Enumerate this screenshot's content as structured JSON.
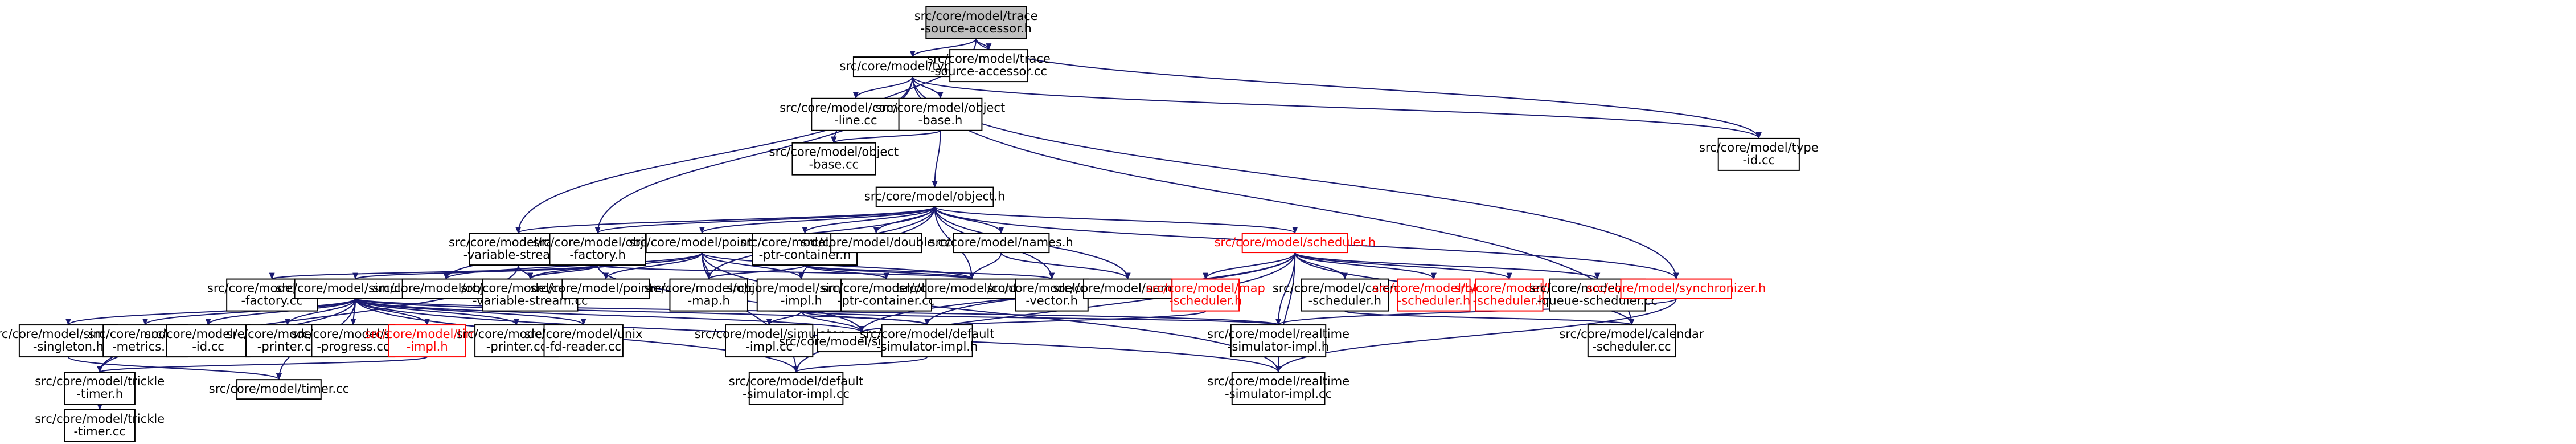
{
  "graph": {
    "edge_color": "#191970",
    "root_fill": "#bfbfbf",
    "nodes": [
      {
        "id": "trace-accessor-h",
        "lines": [
          "src/core/model/trace",
          "-source-accessor.h"
        ],
        "style": "root"
      },
      {
        "id": "type-id-h",
        "lines": [
          "src/core/model/type-id.h"
        ]
      },
      {
        "id": "trace-accessor-cc",
        "lines": [
          "src/core/model/trace",
          "-source-accessor.cc"
        ]
      },
      {
        "id": "command-line-cc",
        "lines": [
          "src/core/model/command",
          "-line.cc"
        ]
      },
      {
        "id": "object-base-h",
        "lines": [
          "src/core/model/object",
          "-base.h"
        ]
      },
      {
        "id": "type-id-cc",
        "lines": [
          "src/core/model/type",
          "-id.cc"
        ]
      },
      {
        "id": "object-base-cc",
        "lines": [
          "src/core/model/object",
          "-base.cc"
        ]
      },
      {
        "id": "object-h",
        "lines": [
          "src/core/model/object.h"
        ]
      },
      {
        "id": "random-variable-stream-h",
        "lines": [
          "src/core/model/random",
          "-variable-stream.h"
        ]
      },
      {
        "id": "object-factory-h",
        "lines": [
          "src/core/model/object",
          "-factory.h"
        ]
      },
      {
        "id": "pointer-h",
        "lines": [
          "src/core/model/pointer.h"
        ]
      },
      {
        "id": "object-ptr-container-h",
        "lines": [
          "src/core/model/object",
          "-ptr-container.h"
        ]
      },
      {
        "id": "double-cc",
        "lines": [
          "src/core/model/double.cc"
        ]
      },
      {
        "id": "names-h",
        "lines": [
          "src/core/model/names.h"
        ]
      },
      {
        "id": "scheduler-h",
        "lines": [
          "src/core/model/scheduler.h"
        ],
        "style": "red"
      },
      {
        "id": "object-factory-cc",
        "lines": [
          "src/core/model/object",
          "-factory.cc"
        ]
      },
      {
        "id": "simulator-h",
        "lines": [
          "src/core/model/simulator.h"
        ]
      },
      {
        "id": "object-cc",
        "lines": [
          "src/core/model/object.cc"
        ]
      },
      {
        "id": "random-variable-stream-cc",
        "lines": [
          "src/core/model/random",
          "-variable-stream.cc"
        ]
      },
      {
        "id": "pointer-cc",
        "lines": [
          "src/core/model/pointer.cc"
        ]
      },
      {
        "id": "object-map-h",
        "lines": [
          "src/core/model/object",
          "-map.h"
        ]
      },
      {
        "id": "simulator-impl-h",
        "lines": [
          "src/core/model/simulator",
          "-impl.h"
        ]
      },
      {
        "id": "object-ptr-container-cc",
        "lines": [
          "src/core/model/object",
          "-ptr-container.cc"
        ]
      },
      {
        "id": "config-cc",
        "lines": [
          "src/core/model/config.cc"
        ]
      },
      {
        "id": "object-vector-h",
        "lines": [
          "src/core/model/object",
          "-vector.h"
        ]
      },
      {
        "id": "names-cc",
        "lines": [
          "src/core/model/names.cc"
        ]
      },
      {
        "id": "map-scheduler-h",
        "lines": [
          "src/core/model/map",
          "-scheduler.h"
        ],
        "style": "red"
      },
      {
        "id": "calendar-scheduler-h",
        "lines": [
          "src/core/model/calendar",
          "-scheduler.h"
        ]
      },
      {
        "id": "heap-scheduler-h",
        "lines": [
          "src/core/model/heap",
          "-scheduler.h"
        ],
        "style": "red"
      },
      {
        "id": "list-scheduler-h",
        "lines": [
          "src/core/model/list",
          "-scheduler.h"
        ],
        "style": "red"
      },
      {
        "id": "priority-queue-scheduler-cc",
        "lines": [
          "src/core/model/priority",
          "-queue-scheduler.cc"
        ]
      },
      {
        "id": "synchronizer-h",
        "lines": [
          "src/core/model/synchronizer.h"
        ],
        "style": "red"
      },
      {
        "id": "simulation-singleton-h",
        "lines": [
          "src/core/model/simulation",
          "-singleton.h"
        ]
      },
      {
        "id": "des-metrics-cc",
        "lines": [
          "src/core/model/des",
          "-metrics.cc"
        ]
      },
      {
        "id": "event-id-cc",
        "lines": [
          "src/core/model/event",
          "-id.cc"
        ]
      },
      {
        "id": "node-printer-cc",
        "lines": [
          "src/core/model/node",
          "-printer.cc"
        ]
      },
      {
        "id": "show-progress-cc",
        "lines": [
          "src/core/model/show",
          "-progress.cc"
        ]
      },
      {
        "id": "timer-impl-h",
        "lines": [
          "src/core/model/timer",
          "-impl.h"
        ],
        "style": "red"
      },
      {
        "id": "time-printer-cc",
        "lines": [
          "src/core/model/time",
          "-printer.cc"
        ]
      },
      {
        "id": "unix-fd-reader-cc",
        "lines": [
          "src/core/model/unix",
          "-fd-reader.cc"
        ]
      },
      {
        "id": "simulator-impl-cc",
        "lines": [
          "src/core/model/simulator",
          "-impl.cc"
        ]
      },
      {
        "id": "simulator-cc",
        "lines": [
          "src/core/model/simulator.cc"
        ]
      },
      {
        "id": "default-simulator-impl-h",
        "lines": [
          "src/core/model/default",
          "-simulator-impl.h"
        ]
      },
      {
        "id": "realtime-simulator-impl-h",
        "lines": [
          "src/core/model/realtime",
          "-simulator-impl.h"
        ]
      },
      {
        "id": "calendar-scheduler-cc",
        "lines": [
          "src/core/model/calendar",
          "-scheduler.cc"
        ]
      },
      {
        "id": "trickle-timer-h",
        "lines": [
          "src/core/model/trickle",
          "-timer.h"
        ]
      },
      {
        "id": "timer-cc",
        "lines": [
          "src/core/model/timer.cc"
        ]
      },
      {
        "id": "default-simulator-impl-cc",
        "lines": [
          "src/core/model/default",
          "-simulator-impl.cc"
        ]
      },
      {
        "id": "realtime-simulator-impl-cc",
        "lines": [
          "src/core/model/realtime",
          "-simulator-impl.cc"
        ]
      },
      {
        "id": "trickle-timer-cc",
        "lines": [
          "src/core/model/trickle",
          "-timer.cc"
        ]
      }
    ],
    "edges": [
      [
        "trace-accessor-h",
        "type-id-h"
      ],
      [
        "trace-accessor-h",
        "trace-accessor-cc"
      ],
      [
        "trace-accessor-h",
        "object-base-cc"
      ],
      [
        "trace-accessor-h",
        "type-id-cc"
      ],
      [
        "type-id-h",
        "command-line-cc"
      ],
      [
        "type-id-h",
        "object-base-h"
      ],
      [
        "type-id-h",
        "type-id-cc"
      ],
      [
        "type-id-h",
        "random-variable-stream-h"
      ],
      [
        "type-id-h",
        "object-factory-h"
      ],
      [
        "type-id-h",
        "calendar-scheduler-cc"
      ],
      [
        "type-id-h",
        "synchronizer-h"
      ],
      [
        "object-base-h",
        "object-base-cc"
      ],
      [
        "object-base-h",
        "object-h"
      ],
      [
        "object-h",
        "random-variable-stream-h"
      ],
      [
        "object-h",
        "object-factory-h"
      ],
      [
        "object-h",
        "pointer-h"
      ],
      [
        "object-h",
        "object-ptr-container-h"
      ],
      [
        "object-h",
        "double-cc"
      ],
      [
        "object-h",
        "names-h"
      ],
      [
        "object-h",
        "scheduler-h"
      ],
      [
        "object-h",
        "object-cc"
      ],
      [
        "object-h",
        "object-map-h"
      ],
      [
        "object-h",
        "config-cc"
      ],
      [
        "object-h",
        "object-vector-h"
      ],
      [
        "object-h",
        "names-cc"
      ],
      [
        "object-h",
        "simulator-impl-h"
      ],
      [
        "object-h",
        "synchronizer-h"
      ],
      [
        "random-variable-stream-h",
        "random-variable-stream-cc"
      ],
      [
        "random-variable-stream-h",
        "trickle-timer-h"
      ],
      [
        "object-factory-h",
        "object-factory-cc"
      ],
      [
        "object-factory-h",
        "simulator-h"
      ],
      [
        "object-factory-h",
        "random-variable-stream-cc"
      ],
      [
        "object-factory-h",
        "pointer-cc"
      ],
      [
        "object-factory-h",
        "config-cc"
      ],
      [
        "object-factory-h",
        "simulator-cc"
      ],
      [
        "pointer-h",
        "object-cc"
      ],
      [
        "pointer-h",
        "random-variable-stream-cc"
      ],
      [
        "pointer-h",
        "pointer-cc"
      ],
      [
        "pointer-h",
        "object-map-h"
      ],
      [
        "pointer-h",
        "simulator-impl-h"
      ],
      [
        "pointer-h",
        "config-cc"
      ],
      [
        "pointer-h",
        "default-simulator-impl-cc"
      ],
      [
        "pointer-h",
        "realtime-simulator-impl-cc"
      ],
      [
        "object-ptr-container-h",
        "object-map-h"
      ],
      [
        "object-ptr-container-h",
        "object-ptr-container-cc"
      ],
      [
        "object-ptr-container-h",
        "config-cc"
      ],
      [
        "object-ptr-container-h",
        "object-vector-h"
      ],
      [
        "names-h",
        "config-cc"
      ],
      [
        "names-h",
        "names-cc"
      ],
      [
        "scheduler-h",
        "map-scheduler-h"
      ],
      [
        "scheduler-h",
        "calendar-scheduler-h"
      ],
      [
        "scheduler-h",
        "heap-scheduler-h"
      ],
      [
        "scheduler-h",
        "list-scheduler-h"
      ],
      [
        "scheduler-h",
        "priority-queue-scheduler-cc"
      ],
      [
        "scheduler-h",
        "simulator-cc"
      ],
      [
        "scheduler-h",
        "default-simulator-impl-h"
      ],
      [
        "scheduler-h",
        "realtime-simulator-impl-h"
      ],
      [
        "scheduler-h",
        "default-simulator-impl-cc"
      ],
      [
        "scheduler-h",
        "realtime-simulator-impl-cc"
      ],
      [
        "scheduler-h",
        "calendar-scheduler-cc"
      ],
      [
        "calendar-scheduler-h",
        "calendar-scheduler-cc"
      ],
      [
        "map-scheduler-h",
        "simulator-cc"
      ],
      [
        "synchronizer-h",
        "realtime-simulator-impl-h"
      ],
      [
        "synchronizer-h",
        "realtime-simulator-impl-cc"
      ],
      [
        "simulator-h",
        "simulation-singleton-h"
      ],
      [
        "simulator-h",
        "des-metrics-cc"
      ],
      [
        "simulator-h",
        "event-id-cc"
      ],
      [
        "simulator-h",
        "node-printer-cc"
      ],
      [
        "simulator-h",
        "show-progress-cc"
      ],
      [
        "simulator-h",
        "timer-impl-h"
      ],
      [
        "simulator-h",
        "time-printer-cc"
      ],
      [
        "simulator-h",
        "unix-fd-reader-cc"
      ],
      [
        "simulator-h",
        "simulator-cc"
      ],
      [
        "simulator-h",
        "default-simulator-impl-h"
      ],
      [
        "simulator-h",
        "realtime-simulator-impl-h"
      ],
      [
        "simulator-h",
        "trickle-timer-h"
      ],
      [
        "simulator-h",
        "timer-cc"
      ],
      [
        "simulator-h",
        "default-simulator-impl-cc"
      ],
      [
        "simulator-h",
        "realtime-simulator-impl-cc"
      ],
      [
        "simulator-impl-h",
        "simulator-impl-cc"
      ],
      [
        "simulator-impl-h",
        "simulator-cc"
      ],
      [
        "simulator-impl-h",
        "default-simulator-impl-h"
      ],
      [
        "simulator-impl-h",
        "realtime-simulator-impl-h"
      ],
      [
        "default-simulator-impl-h",
        "default-simulator-impl-cc"
      ],
      [
        "realtime-simulator-impl-h",
        "realtime-simulator-impl-cc"
      ],
      [
        "simulation-singleton-h",
        "timer-cc"
      ],
      [
        "timer-impl-h",
        "trickle-timer-h"
      ],
      [
        "trickle-timer-h",
        "trickle-timer-cc"
      ]
    ]
  }
}
